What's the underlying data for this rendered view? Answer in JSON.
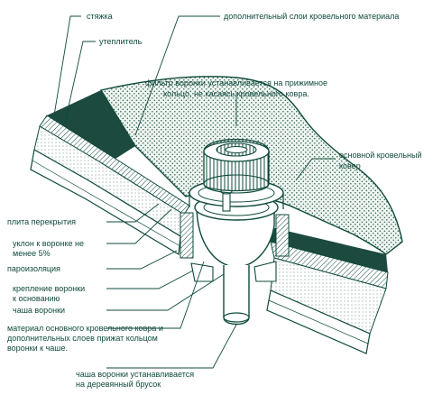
{
  "labels": {
    "screed": "стяжка",
    "insulation": "утеплитель",
    "extra_layers": "дополнительный слои кровельного материала",
    "filter_line1": "фильтр воронки устанавливается на прижимное",
    "filter_line2": "кольцо, не касаясь  кровельного ковра.",
    "main_carpet_line1": "основной кровельный",
    "main_carpet_line2": "ковер",
    "slab": "плита перекрытия",
    "slope_line1": "уклон  к воронке не",
    "slope_line2": "менее 5%",
    "vapor_barrier": "пароизоляция",
    "mount_line1": "крепление воронки",
    "mount_line2": "к основанию",
    "funnel_bowl": "чаша воронки",
    "material_line1": "материал основного кровельного ковра и",
    "material_line2": "дополнительных слоев  прижат кольцом",
    "material_line3": "воронки к чаше.",
    "bowl_wood_line1": "чаша воронки устанавливается",
    "bowl_wood_line2": "на деревянный брусок"
  },
  "colors": {
    "ink": "#0f4a3c",
    "dark_layer": "#1c4a3f",
    "carpet_fill": "#e9f2ec",
    "dots": "#2d5e4f",
    "white": "#ffffff"
  }
}
